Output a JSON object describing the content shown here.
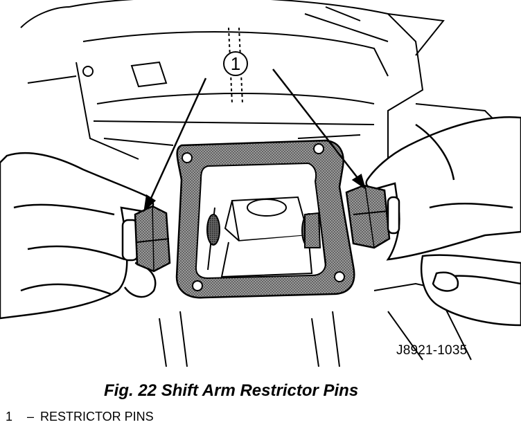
{
  "figure": {
    "callout_number": "1",
    "code": "J8921-1035",
    "caption": "Fig. 22 Shift Arm Restrictor Pins"
  },
  "legend": [
    {
      "number": "1",
      "dash": "–",
      "label": "RESTRICTOR PINS"
    }
  ],
  "colors": {
    "ink": "#000000",
    "paper": "#ffffff",
    "stipple": "#7a7a7a"
  }
}
